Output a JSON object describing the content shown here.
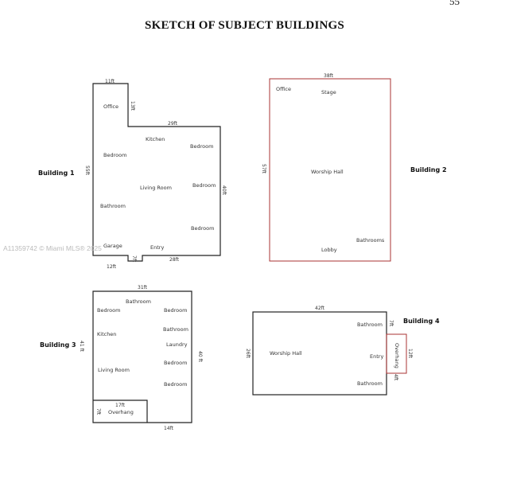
{
  "page_number": "55",
  "title": "SKETCH OF SUBJECT BUILDINGS",
  "watermark": "A11359742 © Miami MLS® 2025",
  "buildings": {
    "b1": {
      "name": "Building 1",
      "dims": {
        "top": "11ft",
        "notch_v": "13ft",
        "step": "29ft",
        "left": "55ft",
        "right": "40ft",
        "bottom_left": "12ft",
        "bottom_notch": "7ft",
        "bottom_right": "28ft"
      },
      "rooms": {
        "office": "Office",
        "kitchen": "Kitchen",
        "bedroom1": "Bedroom",
        "bedroom2": "Bedroom",
        "living": "Living Room",
        "bedroom3": "Bedroom",
        "bathroom": "Bathroom",
        "bedroom4": "Bedroom",
        "garage": "Garage",
        "entry": "Entry"
      }
    },
    "b2": {
      "name": "Building 2",
      "dims": {
        "top": "38ft",
        "left": "57ft"
      },
      "rooms": {
        "office": "Office",
        "stage": "Stage",
        "worship": "Worship Hall",
        "bathrooms": "Bathrooms",
        "lobby": "Lobby"
      }
    },
    "b3": {
      "name": "Building 3",
      "dims": {
        "top": "31ft",
        "left": "41 ft",
        "right": "40 ft",
        "overhang_w": "17ft",
        "overhang_h": "7ft",
        "bottom": "14ft"
      },
      "rooms": {
        "bathroom1": "Bathroom",
        "bedroom1": "Bedroom",
        "bedroom2": "Bedroom",
        "kitchen": "Kitchen",
        "bathroom2": "Bathroom",
        "laundry": "Laundry",
        "bedroom3": "Bedroom",
        "living": "Living Room",
        "bedroom4": "Bedroom",
        "overhang": "Overhang"
      }
    },
    "b4": {
      "name": "Building 4",
      "dims": {
        "top": "42ft",
        "left": "26ft",
        "notch_top": "7ft",
        "overhang_h": "12ft",
        "notch_bottom": "4ft"
      },
      "rooms": {
        "bathroom1": "Bathroom",
        "worship": "Worship Hall",
        "entry": "Entry",
        "overhang": "Overhang",
        "bathroom2": "Bathroom"
      }
    }
  }
}
